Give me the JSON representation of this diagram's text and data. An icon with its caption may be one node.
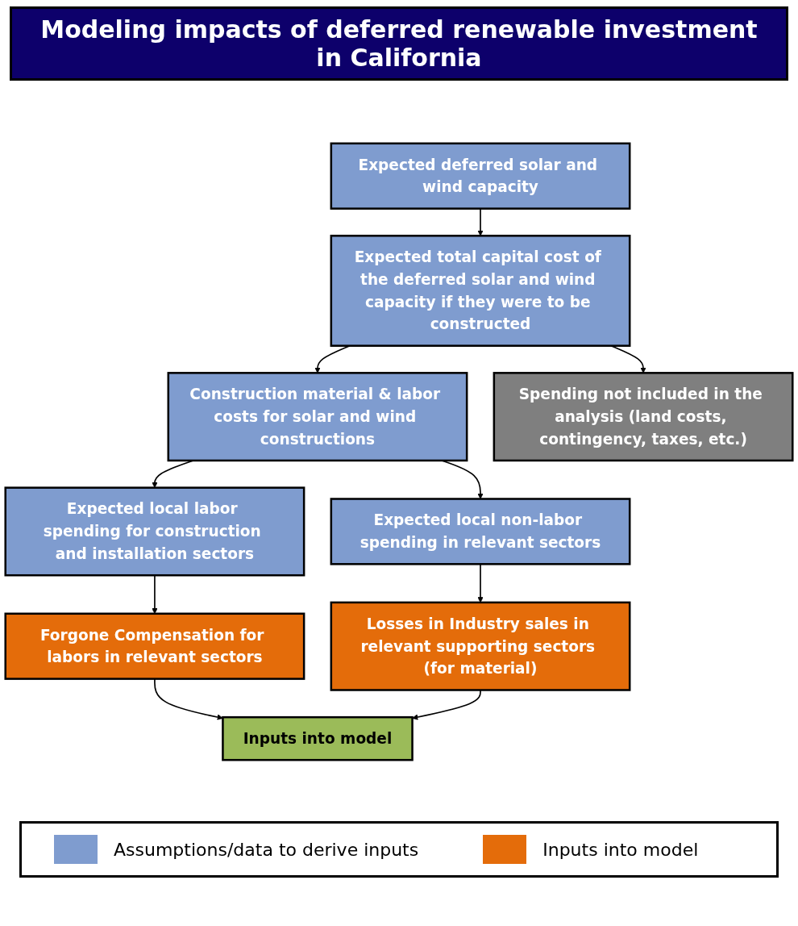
{
  "diagram": {
    "title": "Modeling impacts of deferred renewable investment in California",
    "nodes": [
      {
        "text": [
          "Expected deferred solar and wind capacity"
        ]
      },
      {
        "text": [
          "Expected total capital cost of the deferred solar and wind capacity if they were to be constructed"
        ]
      },
      {
        "text": [
          "Construction material & labor costs for solar and wind constructions"
        ]
      },
      {
        "text": [
          "Spending not included in the analysis (land costs, contingency, taxes, etc.)"
        ]
      },
      {
        "text": [
          "Expected local labor spending for construction and installation sectors"
        ]
      },
      {
        "text": [
          "Expected local non-labor spending in relevant sectors"
        ]
      },
      {
        "text": [
          "Forgone Compensation for labors in relevant sectors"
        ]
      },
      {
        "text": [
          "Losses in Industry sales in relevant supporting sectors (for material)"
        ]
      },
      {
        "text": [
          "Inputs into model"
        ]
      }
    ],
    "edges": [
      {
        "from": 0,
        "to": 1,
        "arrow": "to"
      },
      {
        "from": 1,
        "to": 2,
        "arrow": "to"
      },
      {
        "from": 1,
        "to": 3,
        "arrow": "to"
      },
      {
        "from": 2,
        "to": 4,
        "arrow": "to"
      },
      {
        "from": 2,
        "to": 5,
        "arrow": "to"
      },
      {
        "from": 4,
        "to": 6,
        "arrow": "to"
      },
      {
        "from": 5,
        "to": 7,
        "arrow": "to"
      },
      {
        "from": 6,
        "to": 8,
        "arrow": "to"
      },
      {
        "from": 7,
        "to": 8,
        "arrow": "to"
      }
    ],
    "legend": [
      {
        "text": "Assumptions/data to derive inputs",
        "color": "#7f9ccf"
      },
      {
        "text": "Inputs into model",
        "color": "#e46c0a"
      }
    ]
  }
}
